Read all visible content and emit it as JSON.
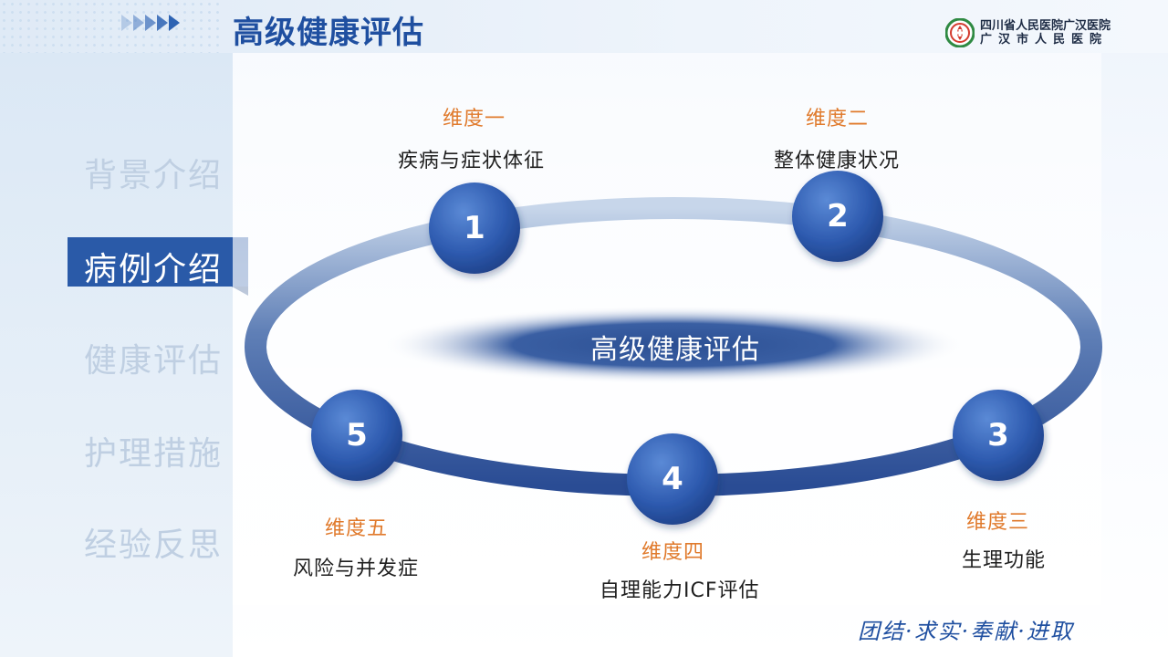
{
  "header": {
    "title": "高级健康评估",
    "hospital_line1": "四川省人民医院广汉医院",
    "hospital_line2": "广汉市人民医院"
  },
  "sidebar": {
    "items": [
      {
        "label": "背景介绍",
        "active": false
      },
      {
        "label": "病例介绍",
        "active": true
      },
      {
        "label": "健康评估",
        "active": false
      },
      {
        "label": "护理措施",
        "active": false
      },
      {
        "label": "经验反思",
        "active": false
      }
    ]
  },
  "diagram": {
    "center_label": "高级健康评估",
    "nodes": [
      {
        "number": "1",
        "dimension": "维度一",
        "description": "疾病与症状体征"
      },
      {
        "number": "2",
        "dimension": "维度二",
        "description": "整体健康状况"
      },
      {
        "number": "3",
        "dimension": "维度三",
        "description": "生理功能"
      },
      {
        "number": "4",
        "dimension": "维度四",
        "description": "自理能力ICF评估"
      },
      {
        "number": "5",
        "dimension": "维度五",
        "description": "风险与并发症"
      }
    ]
  },
  "footer": {
    "motto": "团结·求实·奉献·进取"
  },
  "colors": {
    "primary_blue": "#2a5aa8",
    "title_blue": "#1f4fa0",
    "dimension_orange": "#e07a2c",
    "sidebar_inactive_text": "#bfcfe2"
  }
}
